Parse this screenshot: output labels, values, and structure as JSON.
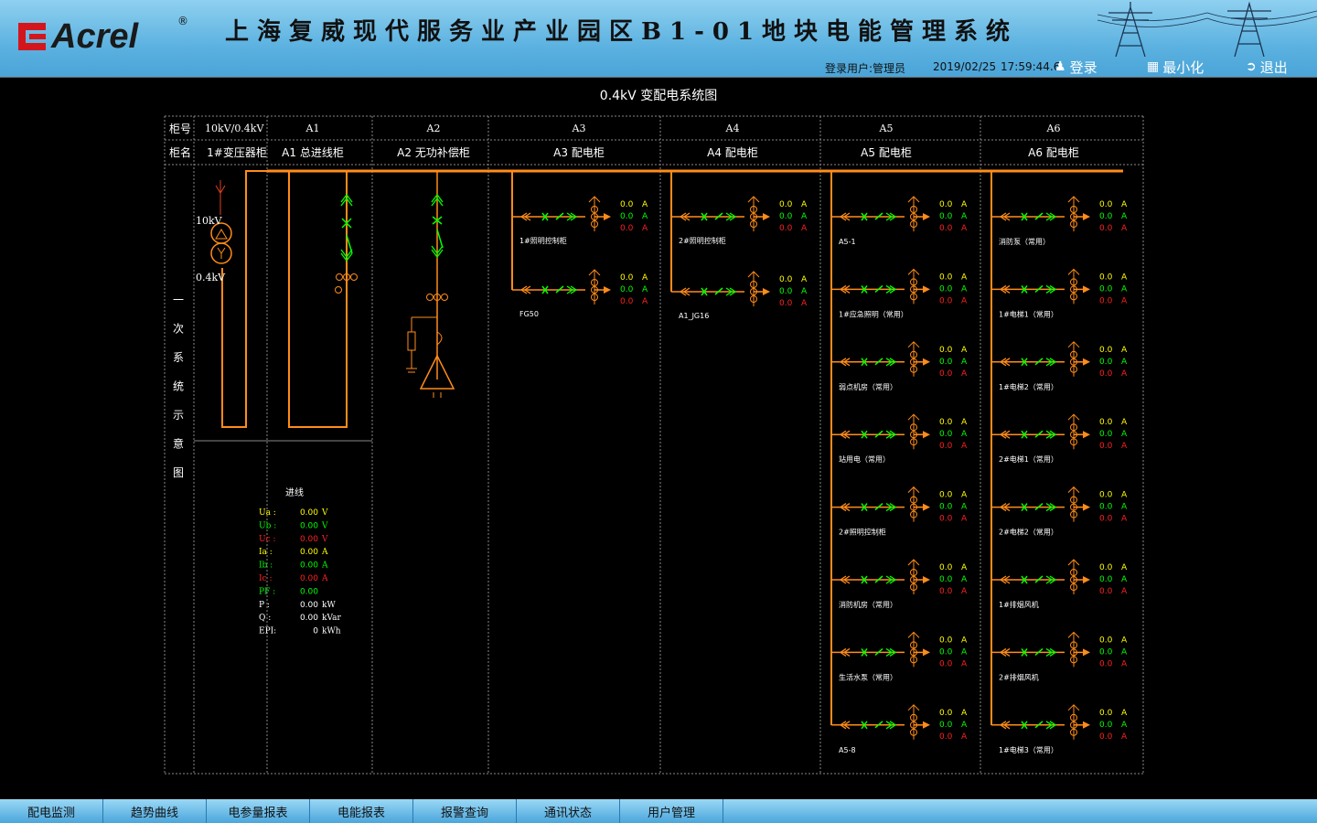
{
  "header": {
    "logo_text": "Acrel",
    "logo_reg": "®",
    "title": "上海复威现代服务业产业园区B1-01地块电能管理系统",
    "login_user_label": "登录用户:管理员",
    "date": "2019/02/25",
    "time": "17:59:44.6",
    "login_button": "登录",
    "minimize_button": "最小化",
    "exit_button": "退出"
  },
  "diagram": {
    "title": "0.4kV 变配电系统图",
    "row_label_no": "柜号",
    "row_label_name": "柜名",
    "side_label": [
      "一",
      "次",
      "系",
      "统",
      "示",
      "意",
      "图"
    ],
    "columns": [
      {
        "no": "10kV/0.4kV",
        "name": "1#变压器柜"
      },
      {
        "no": "A1",
        "name": "A1 总进线柜"
      },
      {
        "no": "A2",
        "name": "A2 无功补偿柜"
      },
      {
        "no": "A3",
        "name": "A3 配电柜"
      },
      {
        "no": "A4",
        "name": "A4 配电柜"
      },
      {
        "no": "A5",
        "name": "A5  配电柜"
      },
      {
        "no": "A6",
        "name": "A6 配电柜"
      }
    ],
    "transformer_hv": "10kV",
    "transformer_lv": "0.4kV",
    "incoming": {
      "title": "进线",
      "rows": [
        {
          "label": "Ua :",
          "value": "0.00",
          "unit": "V",
          "color": "#ffff00"
        },
        {
          "label": "Ub :",
          "value": "0.00",
          "unit": "V",
          "color": "#00ff00"
        },
        {
          "label": "Uc :",
          "value": "0.00",
          "unit": "V",
          "color": "#ff2020"
        },
        {
          "label": "Ia :",
          "value": "0.00",
          "unit": "A",
          "color": "#ffff00"
        },
        {
          "label": "Ib :",
          "value": "0.00",
          "unit": "A",
          "color": "#00ff00"
        },
        {
          "label": "Ic :",
          "value": "0.00",
          "unit": "A",
          "color": "#ff2020"
        },
        {
          "label": "PF :",
          "value": "0.00",
          "unit": "",
          "color": "#00ff00"
        },
        {
          "label": "P  :",
          "value": "0.00",
          "unit": "kW",
          "color": "#ffffff"
        },
        {
          "label": "Q  :",
          "value": "0.00",
          "unit": "kVar",
          "color": "#ffffff"
        },
        {
          "label": "EPI:",
          "value": "0",
          "unit": "kWh",
          "color": "#ffffff"
        }
      ]
    },
    "readings": {
      "a": "0.0",
      "b": "0.0",
      "c": "0.0",
      "unit": "A"
    },
    "feeders": {
      "A3": [
        "1#照明控制柜",
        "FG50"
      ],
      "A4": [
        "2#照明控制柜",
        "A1_JG16"
      ],
      "A5": [
        "A5-1",
        "1#应急照明（常用）",
        "弱点机房（常用）",
        "站用电（常用）",
        "2#照明控制柜",
        "消防机房（常用）",
        "生活水泵（常用）",
        "A5-8"
      ],
      "A6": [
        "消防泵（常用）",
        "1#电梯1（常用）",
        "1#电梯2（常用）",
        "2#电梯1（常用）",
        "2#电梯2（常用）",
        "1#排烟风机",
        "2#排烟风机",
        "1#电梯3（常用）"
      ]
    }
  },
  "nav": [
    "配电监测",
    "趋势曲线",
    "电参量报表",
    "电能报表",
    "报警查询",
    "通讯状态",
    "用户管理"
  ],
  "colors": {
    "bus": "#ff8c1a",
    "switch": "#00ff00",
    "grid": "#888888",
    "phase_a": "#ffff00",
    "phase_b": "#00ff00",
    "phase_c": "#ff2020"
  }
}
